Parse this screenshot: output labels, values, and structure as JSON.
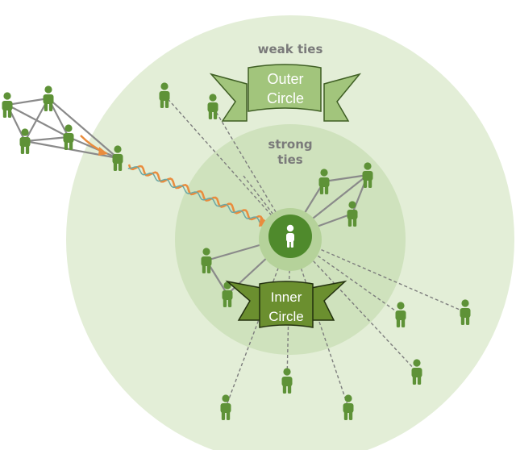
{
  "labels": {
    "weak_ties": "weak ties",
    "strong_ties_line1": "strong",
    "strong_ties_line2": "ties"
  },
  "outer_banner": {
    "line1": "Outer",
    "line2": "Circle"
  },
  "inner_banner": {
    "line1": "Inner",
    "line2": "Circle"
  },
  "colors": {
    "outer_ring": "#e3eed7",
    "middle_ring": "#cfe2bd",
    "inner_ring": "#b5d29a",
    "person": "#5e9237",
    "center_node": "#4f8a2c",
    "outer_banner": "#a2c57c",
    "inner_banner": "#6b8f2f",
    "link": "#8a8a8a",
    "path_orange": "#e98c3d"
  },
  "icons": {
    "person": "person-icon",
    "center": "ego-person-icon"
  }
}
